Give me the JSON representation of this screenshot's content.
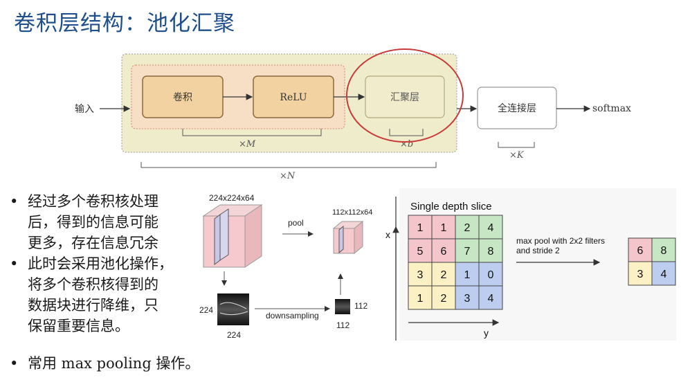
{
  "title": "卷积层结构：池化汇聚",
  "top_diagram": {
    "input_label": "输入",
    "conv_label": "卷积",
    "relu_label": "ReLU",
    "pool_label": "汇聚层",
    "fc_label": "全连接层",
    "output_label": "softmax",
    "rep_m": "×M",
    "rep_b": "×b",
    "rep_n": "×N",
    "rep_k": "×K"
  },
  "bullets": [
    {
      "lines": [
        "经过多个卷积核处理",
        "后，得到的信息可能",
        "更多，存在信息冗余"
      ]
    },
    {
      "lines": [
        "此时会采用池化操作，",
        "将多个卷积核得到的",
        "数据块进行降维，只",
        "保留重要信息。"
      ]
    }
  ],
  "last_bullet": "常用 max pooling 操作。",
  "volume_figure": {
    "input_dims": "224x224x64",
    "pool_label": "pool",
    "output_dims": "112x112x64",
    "left_h": "224",
    "left_w": "224",
    "downsampling_label": "downsampling",
    "right_h": "112",
    "right_w": "112"
  },
  "maxpool_figure": {
    "slice_title": "Single depth slice",
    "x_axis": "x",
    "y_axis": "y",
    "grid": [
      [
        1,
        1,
        2,
        4
      ],
      [
        5,
        6,
        7,
        8
      ],
      [
        3,
        2,
        1,
        0
      ],
      [
        1,
        2,
        3,
        4
      ]
    ],
    "op_line1": "max pool with 2x2 filters",
    "op_line2": "and stride 2",
    "result": [
      [
        6,
        8
      ],
      [
        3,
        4
      ]
    ],
    "colors": {
      "red": "#f4c6cc",
      "green": "#c6e6c4",
      "yellow": "#fbf1c4",
      "blue": "#bccdf0"
    }
  }
}
